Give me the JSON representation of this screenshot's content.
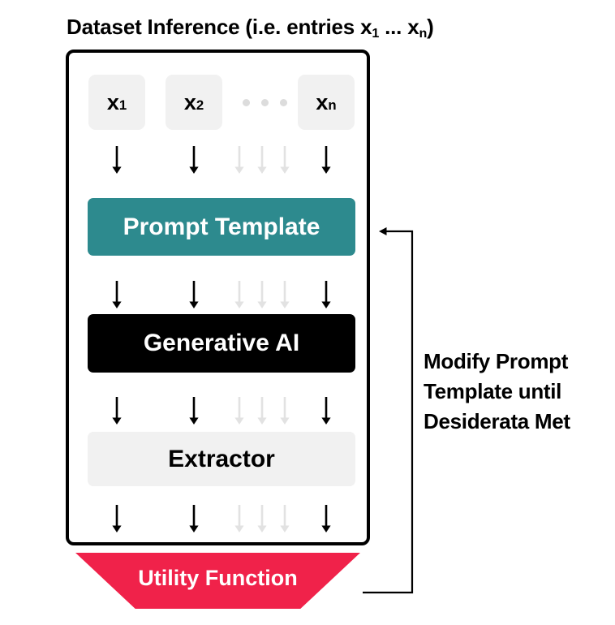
{
  "diagram": {
    "title": {
      "prefix": "Dataset Inference (i.e. entries x",
      "sub1": "1",
      "middle": " ... x",
      "sub2": "n",
      "suffix": ")",
      "full_text": "Dataset Inference (i.e. entries x1 ... xn)"
    },
    "entries": [
      {
        "name": "entry-x1",
        "base": "x",
        "sub": "1",
        "style": "box"
      },
      {
        "name": "entry-x2",
        "base": "x",
        "sub": "2",
        "style": "box"
      },
      {
        "name": "entry-ellipsis",
        "base": "",
        "sub": "",
        "style": "dots"
      },
      {
        "name": "entry-xn",
        "base": "x",
        "sub": "n",
        "style": "box"
      }
    ],
    "stages": [
      {
        "id": "prompt-template",
        "label": "Prompt Template",
        "bg": "#2d8a8e",
        "fg": "#ffffff"
      },
      {
        "id": "generative-ai",
        "label": "Generative AI",
        "bg": "#000000",
        "fg": "#ffffff"
      },
      {
        "id": "extractor",
        "label": "Extractor",
        "bg": "#f1f1f1",
        "fg": "#000000"
      }
    ],
    "output": {
      "label": "Utility Function",
      "shape": "trapezoid",
      "bg": "#f0224a",
      "fg": "#ffffff"
    },
    "feedback": {
      "caption_lines": [
        "Modify Prompt",
        "Template until",
        "Desiderata Met"
      ],
      "caption_full": "Modify Prompt Template until Desiderata Met",
      "direction": "utility-function-to-prompt-template"
    },
    "colors": {
      "teal": "#2d8a8e",
      "black": "#000000",
      "light_gray": "#f1f1f1",
      "dot_gray": "#dcdcdc",
      "arrow_gray": "#e2e2e2",
      "red": "#f0224a",
      "white": "#ffffff"
    },
    "arrow_rows": [
      {
        "id": "arrows-entries-to-prompt"
      },
      {
        "id": "arrows-prompt-to-genai"
      },
      {
        "id": "arrows-genai-to-extractor"
      },
      {
        "id": "arrows-extractor-to-utility"
      }
    ]
  }
}
